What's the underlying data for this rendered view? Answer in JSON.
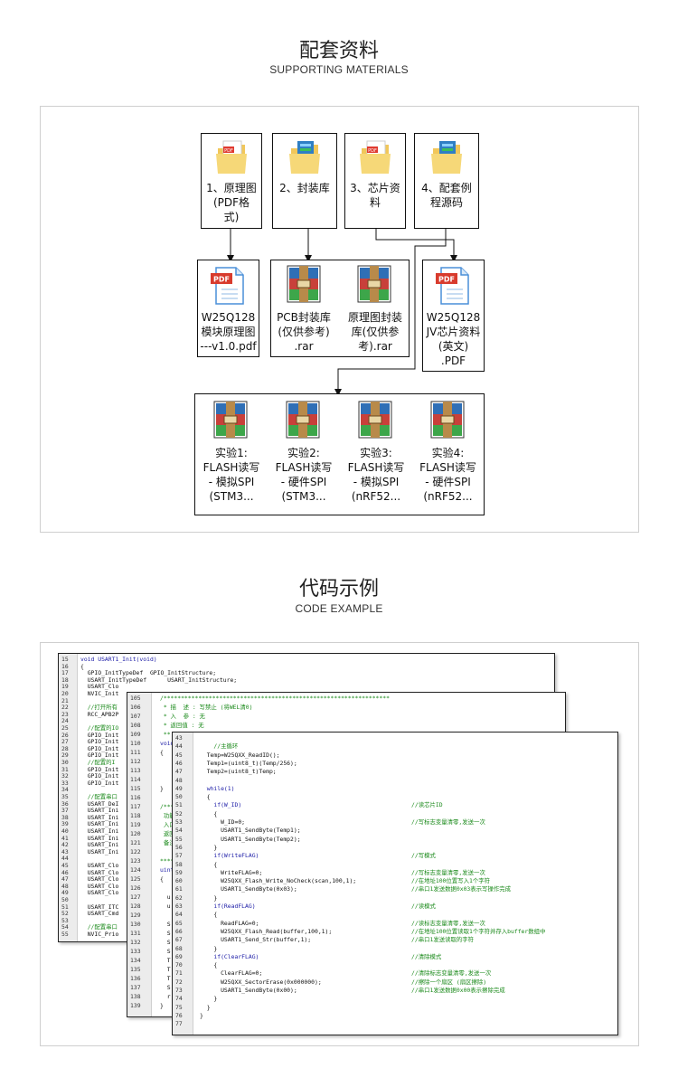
{
  "materials": {
    "title": "配套资料",
    "subtitle": "SUPPORTING MATERIALS",
    "folders": [
      {
        "label_lines": [
          "1、原理图",
          "(PDF格",
          "式)"
        ],
        "icon": "folder-pdf-icon"
      },
      {
        "label_lines": [
          "2、封装库"
        ],
        "icon": "folder-blue-icon"
      },
      {
        "label_lines": [
          "3、芯片资",
          "料"
        ],
        "icon": "folder-pdf-icon"
      },
      {
        "label_lines": [
          "4、配套例",
          "程源码"
        ],
        "icon": "folder-blue-icon"
      }
    ],
    "files_row1": [
      {
        "label_lines": [
          "W25Q128",
          "模块原理图",
          "---v1.0.pdf"
        ],
        "icon": "pdf-file-icon"
      },
      {
        "label_lines": [
          "PCB封装库",
          "(仅供参考)",
          ".rar"
        ],
        "icon": "rar-archive-icon"
      },
      {
        "label_lines": [
          "原理图封装",
          "库(仅供参",
          "考).rar"
        ],
        "icon": "rar-archive-icon"
      },
      {
        "label_lines": [
          "W25Q128",
          "JV芯片资料",
          "(英文)",
          ".PDF"
        ],
        "icon": "pdf-file-icon"
      }
    ],
    "files_row2": [
      {
        "label_lines": [
          "实验1:",
          "FLASH读写",
          "- 模拟SPI",
          "(STM3..."
        ],
        "icon": "rar-archive-icon"
      },
      {
        "label_lines": [
          "实验2:",
          "FLASH读写",
          "- 硬件SPI",
          "(STM3..."
        ],
        "icon": "rar-archive-icon"
      },
      {
        "label_lines": [
          "实验3:",
          "FLASH读写",
          "- 模拟SPI",
          "(nRF52..."
        ],
        "icon": "rar-archive-icon"
      },
      {
        "label_lines": [
          "实验4:",
          "FLASH读写",
          "- 硬件SPI",
          "(nRF52..."
        ],
        "icon": "rar-archive-icon"
      }
    ]
  },
  "code": {
    "title": "代码示例",
    "subtitle": "CODE EXAMPLE",
    "win1": [
      {
        "n": "15",
        "t": "void USART1_Init(void)",
        "c": "kw"
      },
      {
        "n": "16",
        "t": "{",
        "c": "cd"
      },
      {
        "n": "17",
        "t": "  GPIO_InitTypeDef  GPIO_InitStructure;",
        "c": "cd"
      },
      {
        "n": "18",
        "t": "  USART_InitTypeDef      USART_InitStructure;",
        "c": "cd"
      },
      {
        "n": "19",
        "t": "  USART_Clo",
        "c": "cd"
      },
      {
        "n": "20",
        "t": "  NVIC_Init",
        "c": "cd"
      },
      {
        "n": "21",
        "t": "",
        "c": "cd"
      },
      {
        "n": "22",
        "t": "  //打开所有",
        "c": "cm"
      },
      {
        "n": "23",
        "t": "  RCC_APB2P",
        "c": "cd"
      },
      {
        "n": "24",
        "t": "",
        "c": "cd"
      },
      {
        "n": "25",
        "t": "  //配置的IO",
        "c": "cm"
      },
      {
        "n": "26",
        "t": "  GPIO_Init",
        "c": "cd"
      },
      {
        "n": "27",
        "t": "  GPIO_Init",
        "c": "cd"
      },
      {
        "n": "28",
        "t": "  GPIO_Init",
        "c": "cd"
      },
      {
        "n": "29",
        "t": "  GPIO_Init",
        "c": "cd"
      },
      {
        "n": "30",
        "t": "  //配置的I",
        "c": "cm"
      },
      {
        "n": "31",
        "t": "  GPIO_Init",
        "c": "cd"
      },
      {
        "n": "32",
        "t": "  GPIO_Init",
        "c": "cd"
      },
      {
        "n": "33",
        "t": "  GPIO_Init",
        "c": "cd"
      },
      {
        "n": "34",
        "t": "",
        "c": "cd"
      },
      {
        "n": "35",
        "t": "  //配置串口",
        "c": "cm"
      },
      {
        "n": "36",
        "t": "  USART_DeI",
        "c": "cd"
      },
      {
        "n": "37",
        "t": "  USART_Ini",
        "c": "cd"
      },
      {
        "n": "38",
        "t": "  USART_Ini",
        "c": "cd"
      },
      {
        "n": "39",
        "t": "  USART_Ini",
        "c": "cd"
      },
      {
        "n": "40",
        "t": "  USART_Ini",
        "c": "cd"
      },
      {
        "n": "41",
        "t": "  USART_Ini",
        "c": "cd"
      },
      {
        "n": "42",
        "t": "  USART_Ini",
        "c": "cd"
      },
      {
        "n": "43",
        "t": "  USART_Ini",
        "c": "cd"
      },
      {
        "n": "44",
        "t": "",
        "c": "cd"
      },
      {
        "n": "45",
        "t": "  USART_Clo",
        "c": "cd"
      },
      {
        "n": "46",
        "t": "  USART_Clo",
        "c": "cd"
      },
      {
        "n": "47",
        "t": "  USART_Clo",
        "c": "cd"
      },
      {
        "n": "48",
        "t": "  USART_Clo",
        "c": "cd"
      },
      {
        "n": "49",
        "t": "  USART_Clo",
        "c": "cd"
      },
      {
        "n": "50",
        "t": "",
        "c": "cd"
      },
      {
        "n": "51",
        "t": "  USART_ITC",
        "c": "cd"
      },
      {
        "n": "52",
        "t": "  USART_Cmd",
        "c": "cd"
      },
      {
        "n": "53",
        "t": "",
        "c": "cd"
      },
      {
        "n": "54",
        "t": "  //配置串口",
        "c": "cm"
      },
      {
        "n": "55",
        "t": "  NVIC_Prio",
        "c": "cd"
      }
    ],
    "win2": [
      {
        "n": "105",
        "t": "/*****************************************************************",
        "c": "cm"
      },
      {
        "n": "106",
        "t": " * 描  述 : 写禁止 (将WEL清0)",
        "c": "cm"
      },
      {
        "n": "107",
        "t": " * 入  参 : 无",
        "c": "cm"
      },
      {
        "n": "108",
        "t": " * 返回值 : 无",
        "c": "cm"
      },
      {
        "n": "109",
        "t": " **",
        "c": "cm"
      },
      {
        "n": "110",
        "t": "void",
        "c": "kw"
      },
      {
        "n": "111",
        "t": "{",
        "c": "cd"
      },
      {
        "n": "112",
        "t": "",
        "c": "cd"
      },
      {
        "n": "113",
        "t": "",
        "c": "cd"
      },
      {
        "n": "114",
        "t": "",
        "c": "cd"
      },
      {
        "n": "115",
        "t": "}",
        "c": "cd"
      },
      {
        "n": "116",
        "t": "",
        "c": "cd"
      },
      {
        "n": "117",
        "t": "/***",
        "c": "cm"
      },
      {
        "n": "118",
        "t": " 功能",
        "c": "cm"
      },
      {
        "n": "119",
        "t": " 入口",
        "c": "cm"
      },
      {
        "n": "120",
        "t": " 返回",
        "c": "cm"
      },
      {
        "n": "121",
        "t": " 备注",
        "c": "cm"
      },
      {
        "n": "122",
        "t": "",
        "c": "cd"
      },
      {
        "n": "123",
        "t": "****",
        "c": "cm"
      },
      {
        "n": "124",
        "t": "uint",
        "c": "kw"
      },
      {
        "n": "125",
        "t": "{",
        "c": "cd"
      },
      {
        "n": "126",
        "t": "",
        "c": "cd"
      },
      {
        "n": "127",
        "t": "  u",
        "c": "cd"
      },
      {
        "n": "128",
        "t": "  u",
        "c": "cd"
      },
      {
        "n": "129",
        "t": "",
        "c": "cd"
      },
      {
        "n": "130",
        "t": "  S",
        "c": "cd"
      },
      {
        "n": "131",
        "t": "  S",
        "c": "cd"
      },
      {
        "n": "132",
        "t": "  S",
        "c": "cd"
      },
      {
        "n": "133",
        "t": "  S",
        "c": "cd"
      },
      {
        "n": "134",
        "t": "  T",
        "c": "cd"
      },
      {
        "n": "135",
        "t": "  T",
        "c": "cd"
      },
      {
        "n": "136",
        "t": "  T",
        "c": "cd"
      },
      {
        "n": "137",
        "t": "  S",
        "c": "cd"
      },
      {
        "n": "138",
        "t": "  r",
        "c": "cd"
      },
      {
        "n": "139",
        "t": "}",
        "c": "cd"
      }
    ],
    "win3": [
      {
        "n": "43",
        "t": "",
        "c": "cd",
        "r": ""
      },
      {
        "n": "44",
        "t": "    //主循环",
        "c": "cm",
        "r": ""
      },
      {
        "n": "45",
        "t": "  Temp=W25QXX_ReadID();",
        "c": "cd",
        "r": ""
      },
      {
        "n": "46",
        "t": "  Temp1=(uint8_t)(Temp/256);",
        "c": "cd",
        "r": ""
      },
      {
        "n": "47",
        "t": "  Temp2=(uint8_t)Temp;",
        "c": "cd",
        "r": ""
      },
      {
        "n": "48",
        "t": "",
        "c": "cd",
        "r": ""
      },
      {
        "n": "49",
        "t": "  while(1)",
        "c": "kw",
        "r": ""
      },
      {
        "n": "50",
        "t": "  {",
        "c": "cd",
        "r": ""
      },
      {
        "n": "51",
        "t": "    if(W_ID)",
        "c": "kw",
        "r": "//读芯片ID"
      },
      {
        "n": "52",
        "t": "    {",
        "c": "cd",
        "r": ""
      },
      {
        "n": "53",
        "t": "      W_ID=0;",
        "c": "cd",
        "r": "//写标志变量清零,发送一次"
      },
      {
        "n": "54",
        "t": "      USART1_SendByte(Temp1);",
        "c": "cd",
        "r": ""
      },
      {
        "n": "55",
        "t": "      USART1_SendByte(Temp2);",
        "c": "cd",
        "r": ""
      },
      {
        "n": "56",
        "t": "    }",
        "c": "cd",
        "r": ""
      },
      {
        "n": "57",
        "t": "    if(WriteFLAG)",
        "c": "kw",
        "r": "//写模式"
      },
      {
        "n": "58",
        "t": "    {",
        "c": "cd",
        "r": ""
      },
      {
        "n": "59",
        "t": "      WriteFLAG=0;",
        "c": "cd",
        "r": "//写标志变量清零,发送一次"
      },
      {
        "n": "60",
        "t": "      W25QXX_Flash_Write_NoCheck(scan,100,1);",
        "c": "cd",
        "r": "//在地址100位置写入1个字符"
      },
      {
        "n": "61",
        "t": "      USART1_SendByte(0x03);",
        "c": "cd",
        "r": "//串口1发送数据0x03表示写操作完成"
      },
      {
        "n": "62",
        "t": "    }",
        "c": "cd",
        "r": ""
      },
      {
        "n": "63",
        "t": "    if(ReadFLAG)",
        "c": "kw",
        "r": "//读模式"
      },
      {
        "n": "64",
        "t": "    {",
        "c": "cd",
        "r": ""
      },
      {
        "n": "65",
        "t": "      ReadFLAG=0;",
        "c": "cd",
        "r": "//读标志变量清零,发送一次"
      },
      {
        "n": "66",
        "t": "      W25QXX_Flash_Read(buffer,100,1);",
        "c": "cd",
        "r": "//在地址100位置读取1个字符并存入buffer数组中"
      },
      {
        "n": "67",
        "t": "      USART1_Send_Str(buffer,1);",
        "c": "cd",
        "r": "//串口1发送读取的字符"
      },
      {
        "n": "68",
        "t": "    }",
        "c": "cd",
        "r": ""
      },
      {
        "n": "69",
        "t": "    if(ClearFLAG)",
        "c": "kw",
        "r": "//清除模式"
      },
      {
        "n": "70",
        "t": "    {",
        "c": "cd",
        "r": ""
      },
      {
        "n": "71",
        "t": "      ClearFLAG=0;",
        "c": "cd",
        "r": "//清除标志变量清零,发送一次"
      },
      {
        "n": "72",
        "t": "      W25QXX_SectorErase(0x000000);",
        "c": "cd",
        "r": "//擦除一个扇区 (扇区擦除)"
      },
      {
        "n": "73",
        "t": "      USART1_SendByte(0x00);",
        "c": "cd",
        "r": "//串口1发送数据0x00表示擦除完成"
      },
      {
        "n": "74",
        "t": "    }",
        "c": "cd",
        "r": ""
      },
      {
        "n": "75",
        "t": "  }",
        "c": "cd",
        "r": ""
      },
      {
        "n": "76",
        "t": "}",
        "c": "cd",
        "r": ""
      },
      {
        "n": "77",
        "t": "",
        "c": "cd",
        "r": ""
      }
    ]
  }
}
